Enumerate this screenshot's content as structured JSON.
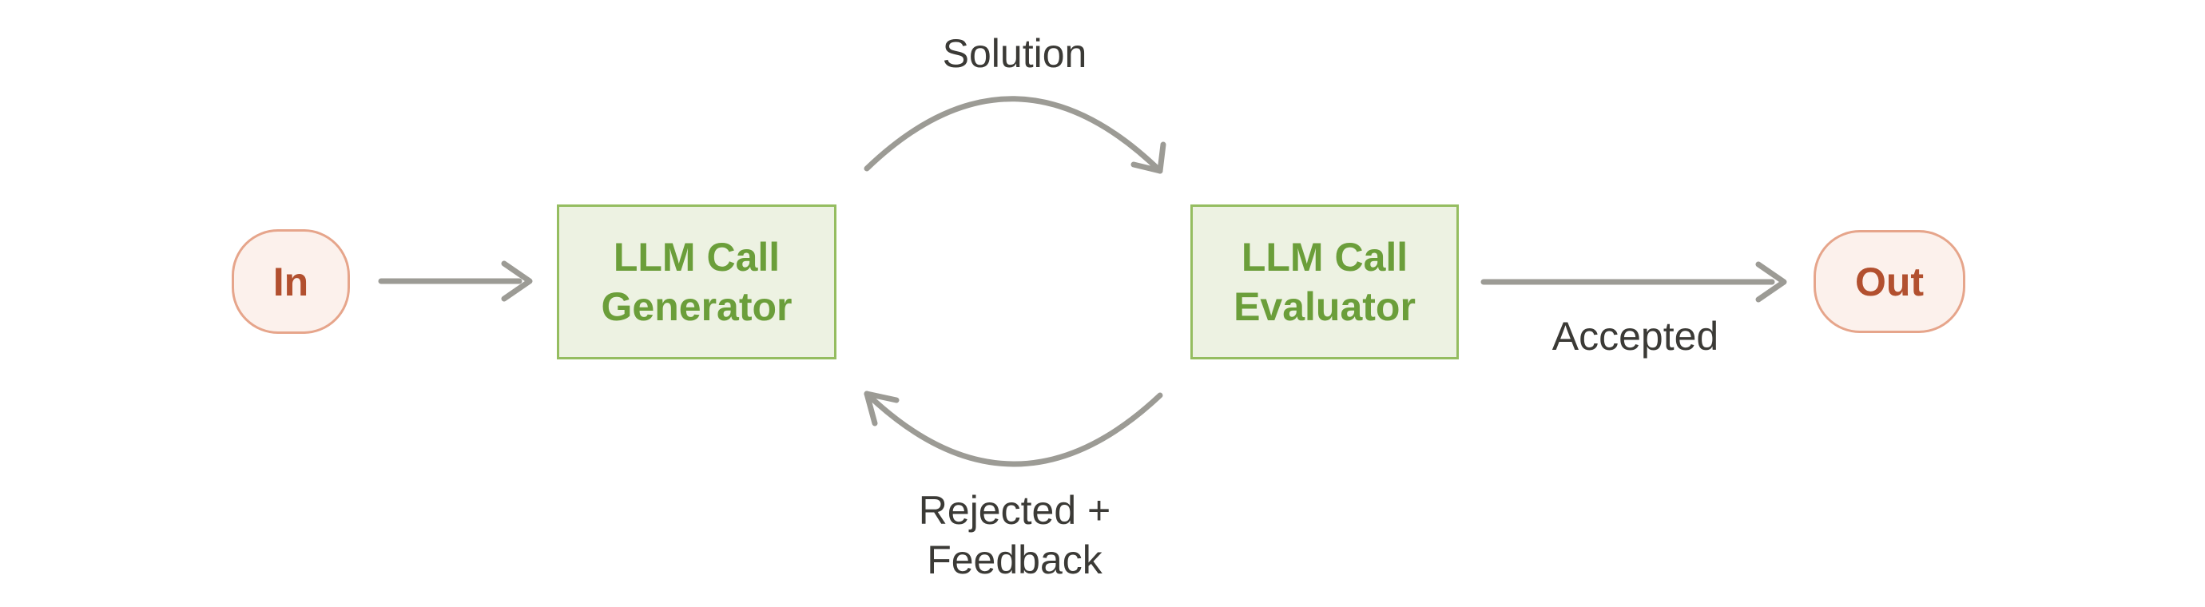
{
  "colors": {
    "background": "#ffffff",
    "node_fill": "#edf2e2",
    "node_border": "#95bd60",
    "node_text": "#6b9e3a",
    "terminal_fill": "#fcf1ec",
    "terminal_border": "#e6a58b",
    "terminal_text": "#b2502f",
    "arrow": "#9c9b95",
    "label": "#3b3a36"
  },
  "nodes": {
    "in": {
      "label": "In"
    },
    "generator": {
      "line1": "LLM Call",
      "line2": "Generator"
    },
    "evaluator": {
      "line1": "LLM Call",
      "line2": "Evaluator"
    },
    "out": {
      "label": "Out"
    }
  },
  "edges": {
    "solution": {
      "label": "Solution"
    },
    "accepted": {
      "label": "Accepted"
    },
    "rejected_feedback": {
      "line1": "Rejected +",
      "line2": "Feedback"
    }
  }
}
